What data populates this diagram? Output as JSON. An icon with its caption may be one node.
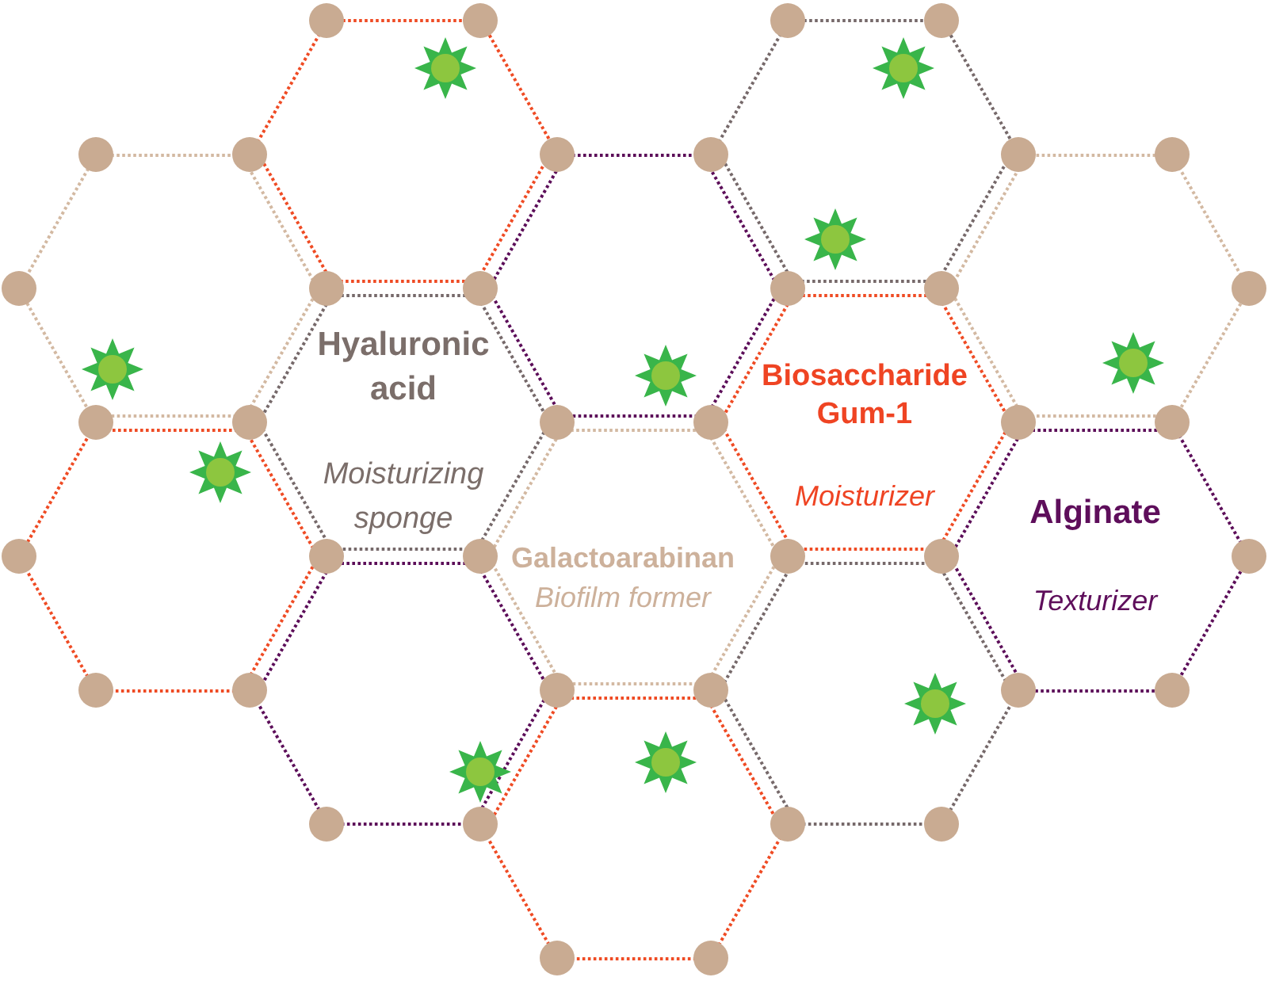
{
  "diagram": {
    "nodes": [
      {
        "text": [],
        "shape": "hexagon"
      },
      {
        "text": [],
        "shape": "hexagon"
      },
      {
        "text": [],
        "shape": "hexagon"
      },
      {
        "text": [],
        "shape": "hexagon"
      },
      {
        "text": [],
        "shape": "hexagon"
      },
      {
        "text": [
          "Hyaluronic acid",
          "Moisturizing sponge"
        ]
      },
      {
        "text": [
          "Biosaccharide Gum-1",
          "Moisturizer"
        ]
      },
      {
        "text": [],
        "shape": "hexagon"
      },
      {
        "text": [
          "Galactoarabinan",
          "Biofilm former"
        ]
      },
      {
        "text": [
          "Alginate",
          "Texturizer"
        ]
      },
      {
        "text": [],
        "shape": "hexagon"
      },
      {
        "text": [],
        "shape": "hexagon"
      },
      {
        "text": [],
        "shape": "hexagon"
      }
    ]
  }
}
